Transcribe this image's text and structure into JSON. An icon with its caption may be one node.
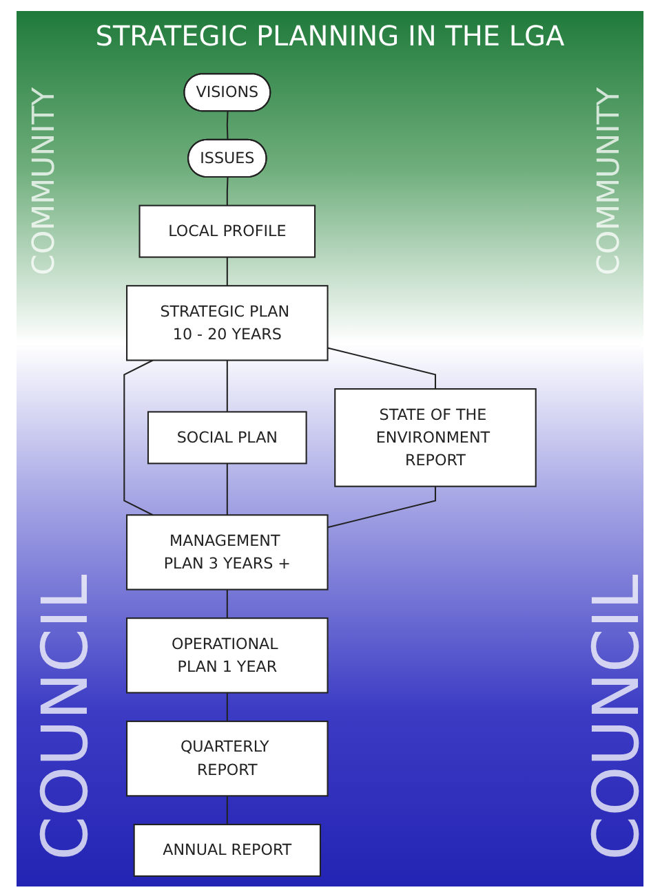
{
  "diagram": {
    "title": "STRATEGIC PLANNING IN THE LGA",
    "nodes": [
      {
        "text": [
          "VISIONS"
        ]
      },
      {
        "text": [
          "ISSUES"
        ]
      },
      {
        "text": [
          "LOCAL PROFILE"
        ]
      },
      {
        "text": [
          "STRATEGIC PLAN 10 - 20 YEARS"
        ]
      },
      {
        "text": [
          "SOCIAL PLAN"
        ]
      },
      {
        "text": [
          "STATE OF THE ENVIRONMENT REPORT"
        ]
      },
      {
        "text": [
          "MANAGEMENT PLAN 3 YEARS +"
        ]
      },
      {
        "text": [
          "OPERATIONAL PLAN 1 YEAR"
        ]
      },
      {
        "text": [
          "QUARTERLY REPORT"
        ]
      },
      {
        "text": [
          "ANNUAL REPORT"
        ]
      }
    ],
    "edges": [
      {
        "from": 0,
        "to": 1,
        "arrow": "none"
      },
      {
        "from": 1,
        "to": 2,
        "arrow": "none"
      },
      {
        "from": 2,
        "to": 3,
        "arrow": "none"
      },
      {
        "from": 3,
        "to": 6,
        "arrow": "none"
      },
      {
        "from": 3,
        "to": 4,
        "arrow": "none"
      },
      {
        "from": 4,
        "to": 6,
        "arrow": "none"
      },
      {
        "from": 3,
        "to": 5,
        "arrow": "none"
      },
      {
        "from": 5,
        "to": 6,
        "arrow": "none"
      },
      {
        "from": 6,
        "to": 7,
        "arrow": "none"
      },
      {
        "from": 7,
        "to": 8,
        "arrow": "none"
      },
      {
        "from": 8,
        "to": 9,
        "arrow": "none"
      }
    ],
    "labels": [
      "COMMUNITY",
      "COMMUNITY",
      "COUNCIL",
      "COUNCIL"
    ]
  }
}
